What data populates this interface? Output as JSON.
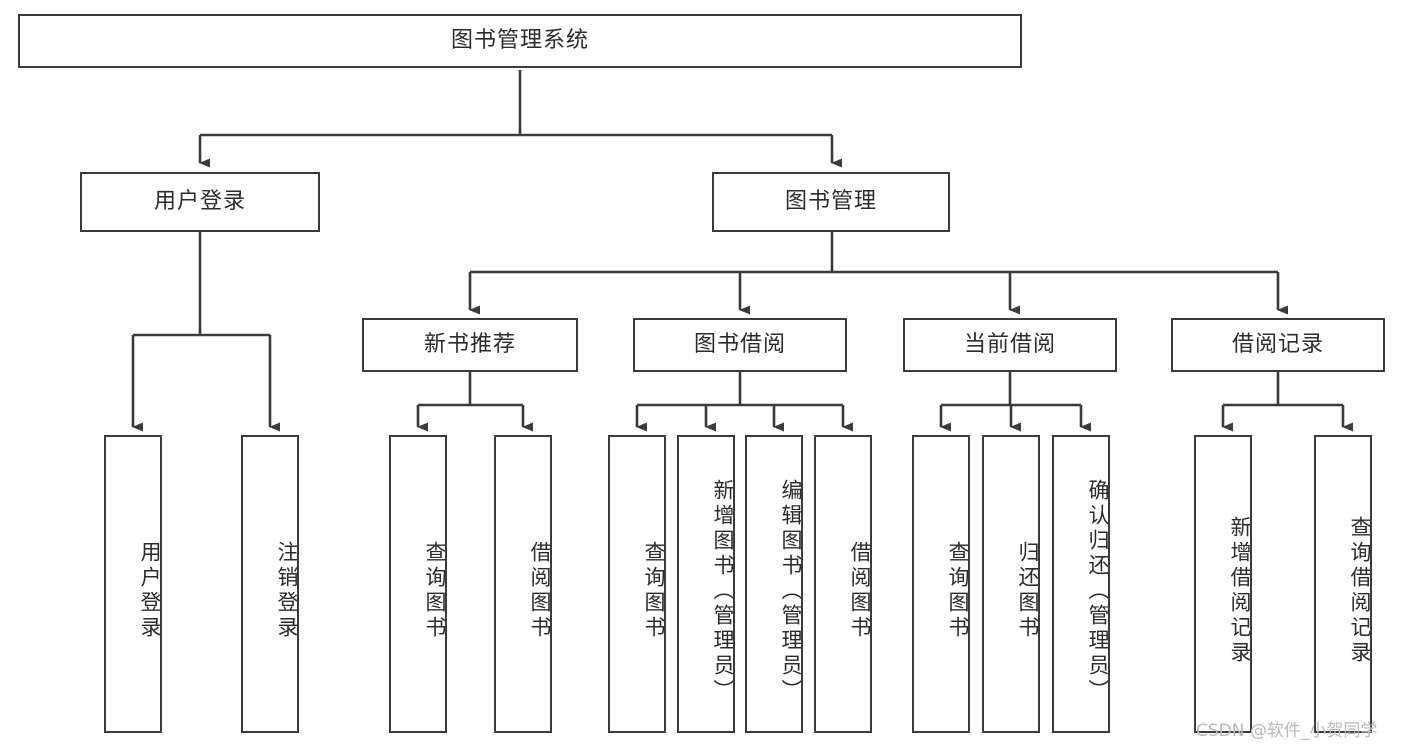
{
  "diagram": {
    "title": "图书管理系统",
    "type": "tree",
    "watermark": "CSDN @软件_小贺同学",
    "colors": {
      "border": "#3b3b3b",
      "text": "#2b2b2b",
      "background": "#ffffff",
      "watermark": "#b9b9b9"
    },
    "nodes": {
      "root": {
        "label": "图书管理系统"
      },
      "level2": [
        {
          "label": "用户登录"
        },
        {
          "label": "图书管理"
        }
      ],
      "level3": [
        {
          "label": "新书推荐"
        },
        {
          "label": "图书借阅"
        },
        {
          "label": "当前借阅"
        },
        {
          "label": "借阅记录"
        }
      ],
      "leaves": {
        "user_login": [
          {
            "label": "用户登录"
          },
          {
            "label": "注销登录"
          }
        ],
        "new_book_recommend": [
          {
            "label": "查询图书"
          },
          {
            "label": "借阅图书"
          }
        ],
        "book_borrow": [
          {
            "label": "查询图书"
          },
          {
            "label": "新增图书（管理员）"
          },
          {
            "label": "编辑图书（管理员）"
          },
          {
            "label": "借阅图书"
          }
        ],
        "current_borrow": [
          {
            "label": "查询图书"
          },
          {
            "label": "归还图书"
          },
          {
            "label": "确认归还（管理员）"
          }
        ],
        "borrow_record": [
          {
            "label": "新增借阅记录"
          },
          {
            "label": "查询借阅记录"
          }
        ]
      }
    }
  }
}
